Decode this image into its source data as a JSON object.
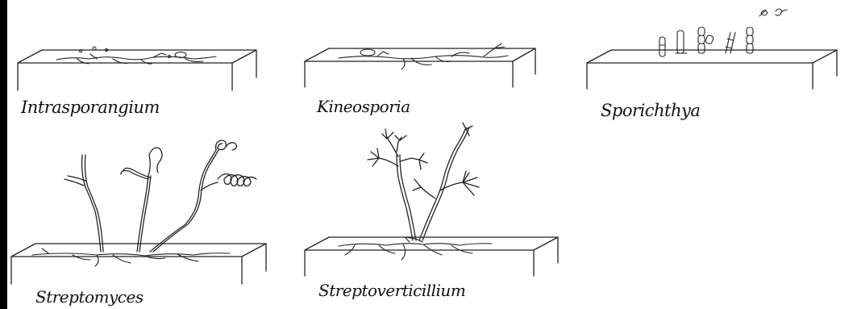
{
  "labels": {
    "intrasporangium": "Intrasporangium",
    "kineosporia": "Kineosporia",
    "sporichthya": "Sporichthya",
    "streptomyces": "Streptomyces",
    "streptoverticillium": "Streptoverticillium"
  },
  "colors": {
    "frame_bar": "#000000",
    "ink": "#222222",
    "background": "#ffffff"
  }
}
